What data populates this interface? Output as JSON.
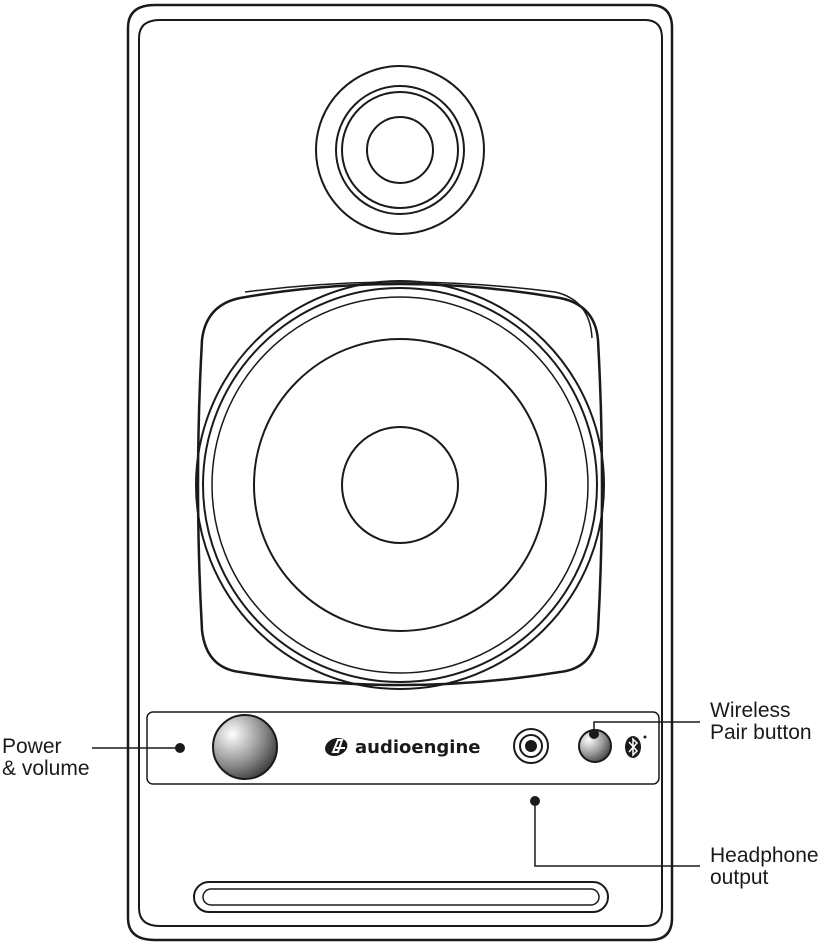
{
  "brand": {
    "name": "audioengine",
    "logo_icon": "audioengine-a-logo-icon"
  },
  "callouts": {
    "power_volume": {
      "line1": "Power",
      "line2": "& volume"
    },
    "wireless_pair": {
      "line1": "Wireless",
      "line2": "Pair button"
    },
    "headphone": {
      "line1": "Headphone",
      "line2": "output"
    }
  },
  "icons": {
    "bluetooth": "bluetooth-icon"
  },
  "colors": {
    "stroke": "#1a1a1a",
    "background": "#ffffff"
  }
}
